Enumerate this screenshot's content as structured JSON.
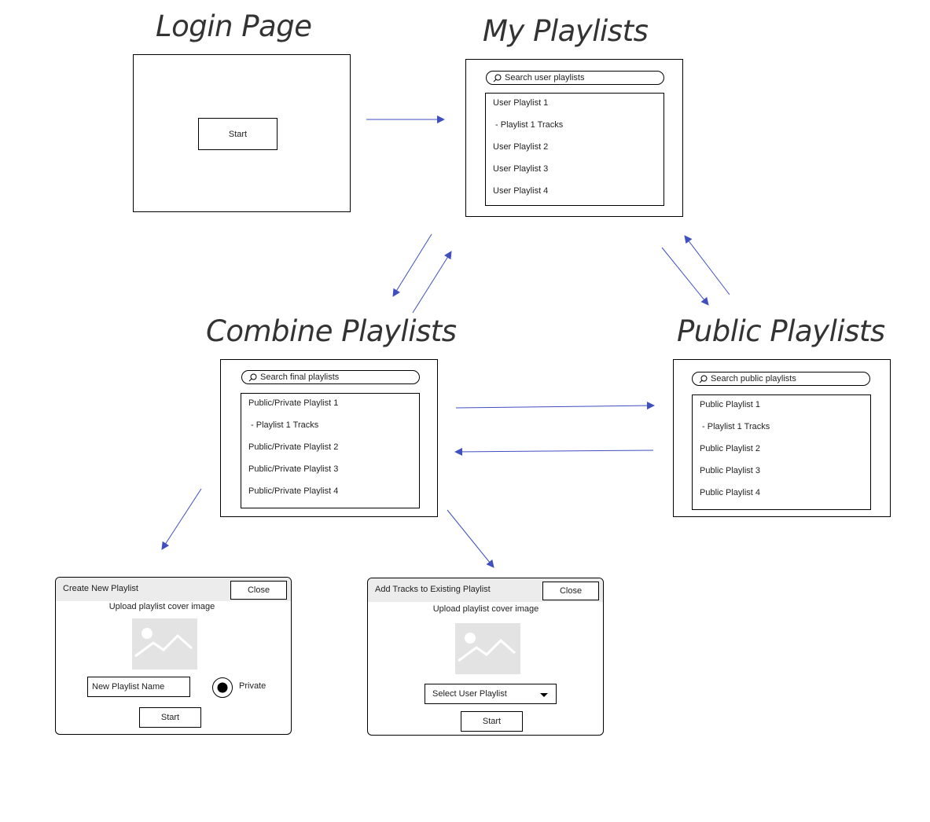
{
  "login": {
    "title": "Login Page",
    "start_label": "Start"
  },
  "my_playlists": {
    "title": "My Playlists",
    "search_placeholder": "Search user playlists",
    "items": [
      "User Playlist 1",
      " - Playlist 1 Tracks",
      "User Playlist 2",
      "User Playlist 3",
      "User Playlist 4"
    ]
  },
  "combine": {
    "title": "Combine Playlists",
    "search_placeholder": "Search final playlists",
    "items": [
      "Public/Private Playlist 1",
      " - Playlist 1 Tracks",
      "Public/Private Playlist 2",
      "Public/Private Playlist 3",
      "Public/Private Playlist 4"
    ]
  },
  "public_playlists": {
    "title": "Public Playlists",
    "search_placeholder": "Search public playlists",
    "items": [
      "Public Playlist 1",
      " - Playlist 1 Tracks",
      "Public Playlist 2",
      "Public Playlist 3",
      "Public Playlist 4"
    ]
  },
  "create_dialog": {
    "title": "Create New Playlist",
    "close_label": "Close",
    "upload_caption": "Upload playlist cover image",
    "name_field_value": "New Playlist Name",
    "private_label": "Private",
    "start_label": "Start"
  },
  "add_tracks_dialog": {
    "title": "Add Tracks to Existing Playlist",
    "close_label": "Close",
    "upload_caption": "Upload playlist cover image",
    "select_value": "Select User Playlist",
    "start_label": "Start"
  },
  "colors": {
    "arrow": "#3f4fbf",
    "title_text": "#333333",
    "dialog_header": "#ececec",
    "image_placeholder": "#e3e3e3"
  },
  "icons": [
    "search-icon",
    "image-placeholder-icon",
    "radio-selected-icon",
    "dropdown-caret-icon"
  ]
}
